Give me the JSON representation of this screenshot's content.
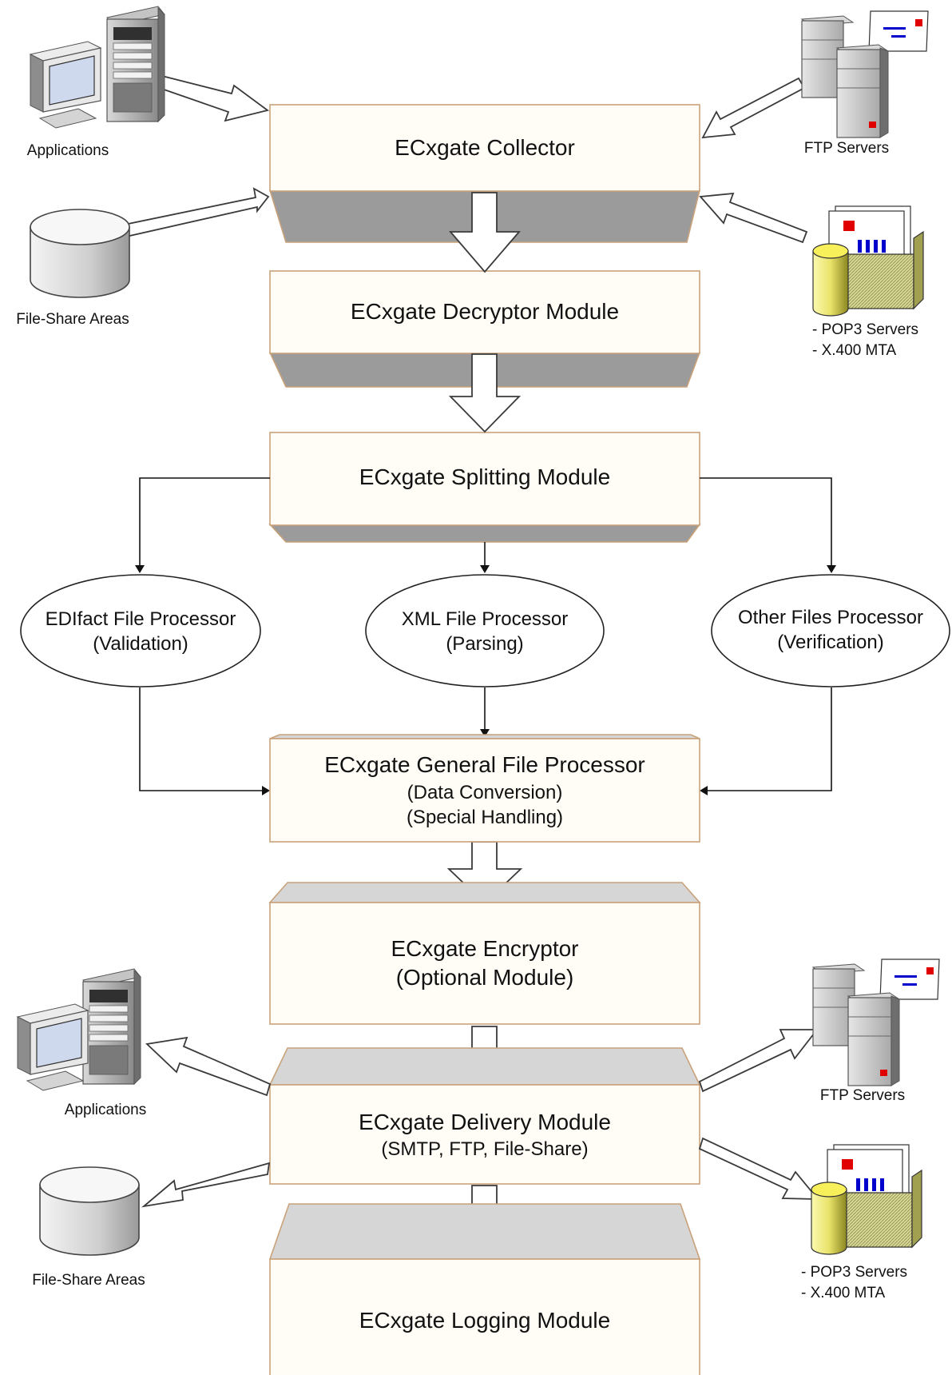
{
  "modules": {
    "collector": "ECxgate Collector",
    "decryptor": "ECxgate Decryptor Module",
    "splitting": "ECxgate Splitting Module",
    "general_title": "ECxgate General File Processor",
    "general_line1": "(Data Conversion)",
    "general_line2": "(Special Handling)",
    "encryptor_title": "ECxgate Encryptor",
    "encryptor_sub": "(Optional Module)",
    "delivery_title": "ECxgate Delivery Module",
    "delivery_sub": "(SMTP, FTP, File-Share)",
    "logging": "ECxgate Logging Module"
  },
  "processors": {
    "edifact_title": "EDIfact File Processor",
    "edifact_sub": "(Validation)",
    "xml_title": "XML File Processor",
    "xml_sub": "(Parsing)",
    "other_title": "Other Files Processor",
    "other_sub": "(Verification)"
  },
  "sources": {
    "applications": "Applications",
    "file_share": "File-Share Areas",
    "ftp": "FTP Servers",
    "pop3": "- POP3 Servers",
    "x400": "- X.400 MTA"
  },
  "destinations": {
    "applications": "Applications",
    "file_share": "File-Share Areas",
    "ftp": "FTP Servers",
    "pop3": "- POP3 Servers",
    "x400": "- X.400 MTA"
  },
  "colors": {
    "box_border": "#c9a27a",
    "box_fill": "#fffdf6",
    "skirt_dark": "#9b9b9b",
    "skirt_light": "#d6d6d6",
    "mail_red": "#e00000",
    "mail_blue": "#0000cc",
    "cylinder_yellow": "#f0ee70",
    "crate_olive": "#a0a050"
  }
}
